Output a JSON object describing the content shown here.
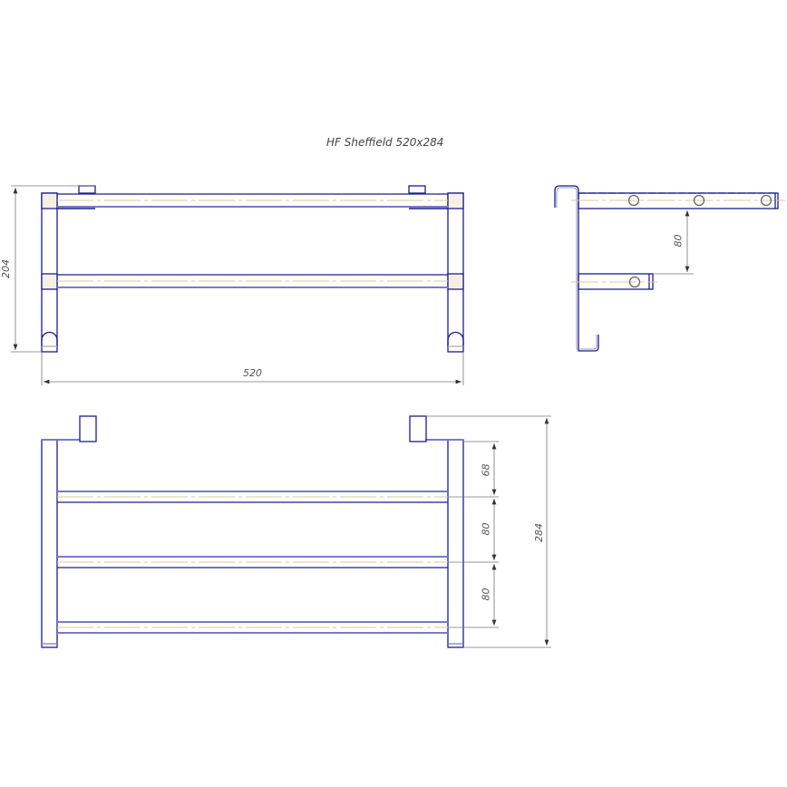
{
  "title": "HF Sheffield 520x284",
  "colors": {
    "outline": "#1c1c8c",
    "outline_light": "#7a7ac8",
    "centerline": "#d9c89a",
    "dimension": "#777777"
  },
  "views": {
    "front": {
      "dimensions": {
        "height": "204",
        "width": "520"
      }
    },
    "side": {
      "dimensions": {
        "bar_spacing": "80"
      }
    },
    "top": {
      "dimensions": {
        "first_gap": "68",
        "second_gap": "80",
        "third_gap": "80",
        "overall_depth": "284"
      }
    }
  }
}
